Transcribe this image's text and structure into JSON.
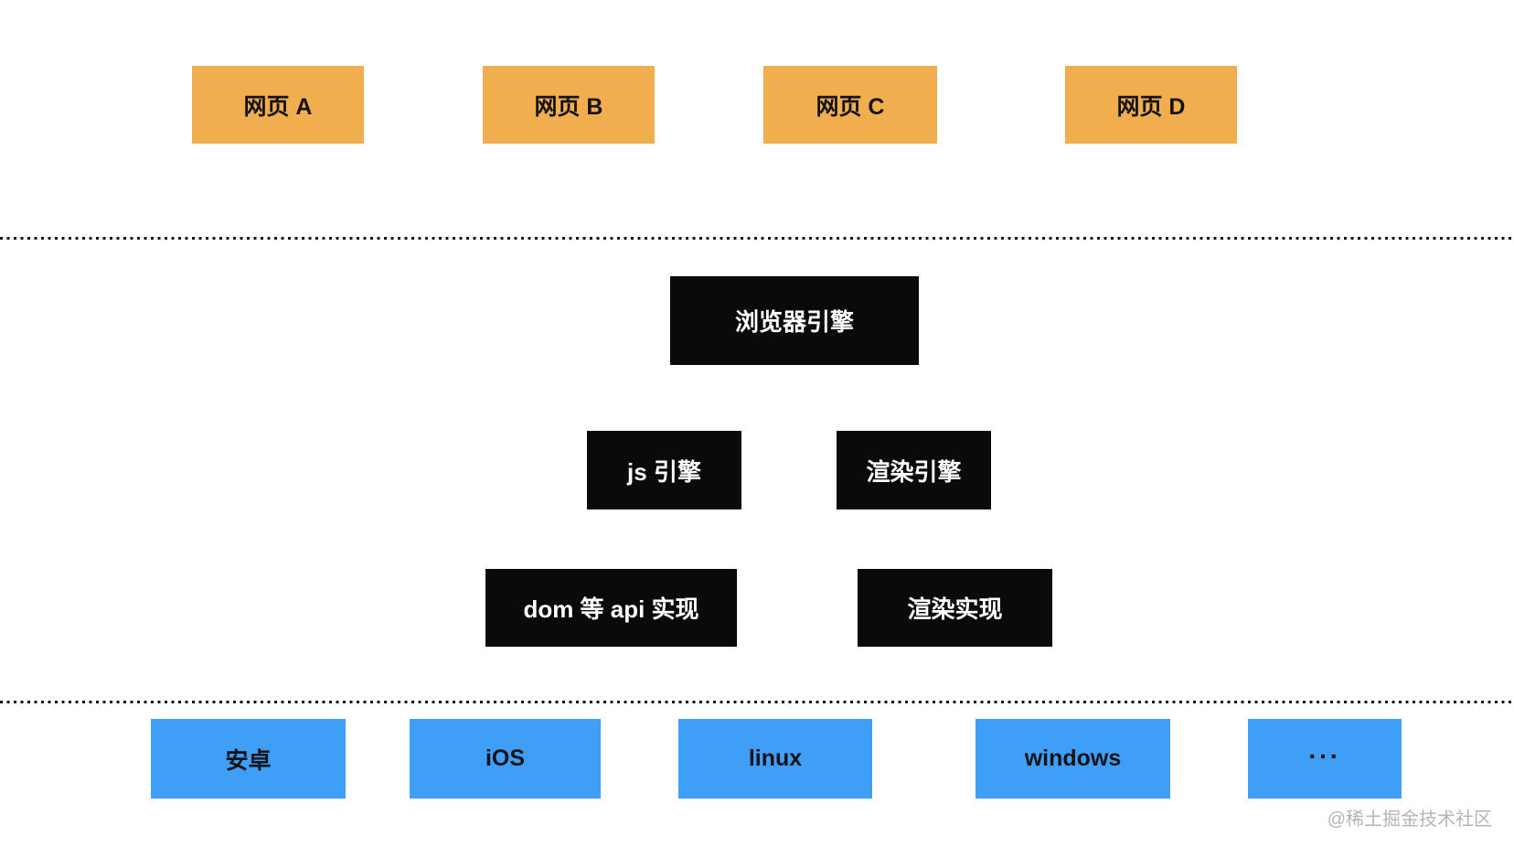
{
  "diagram": {
    "title_hint": "browser architecture diagram",
    "webpage_row": [
      {
        "label": "网页 A"
      },
      {
        "label": "网页 B"
      },
      {
        "label": "网页 C"
      },
      {
        "label": "网页 D"
      }
    ],
    "browser_engine": {
      "label": "浏览器引擎"
    },
    "engine_row": [
      {
        "label": "js 引擎"
      },
      {
        "label": "渲染引擎"
      }
    ],
    "impl_row": [
      {
        "label": "dom 等 api 实现"
      },
      {
        "label": "渲染实现"
      }
    ],
    "os_row": [
      {
        "label": "安卓"
      },
      {
        "label": "iOS"
      },
      {
        "label": "linux"
      },
      {
        "label": "windows"
      },
      {
        "label": "..."
      }
    ],
    "watermark": "@稀土掘金技术社区"
  },
  "colors": {
    "webpage_box": "#f0ae4e",
    "engine_box": "#0a0a0a",
    "os_box": "#3f9ef5",
    "dotted_line": "#141414",
    "watermark_text": "#b5b5b5",
    "background": "#ffffff"
  }
}
